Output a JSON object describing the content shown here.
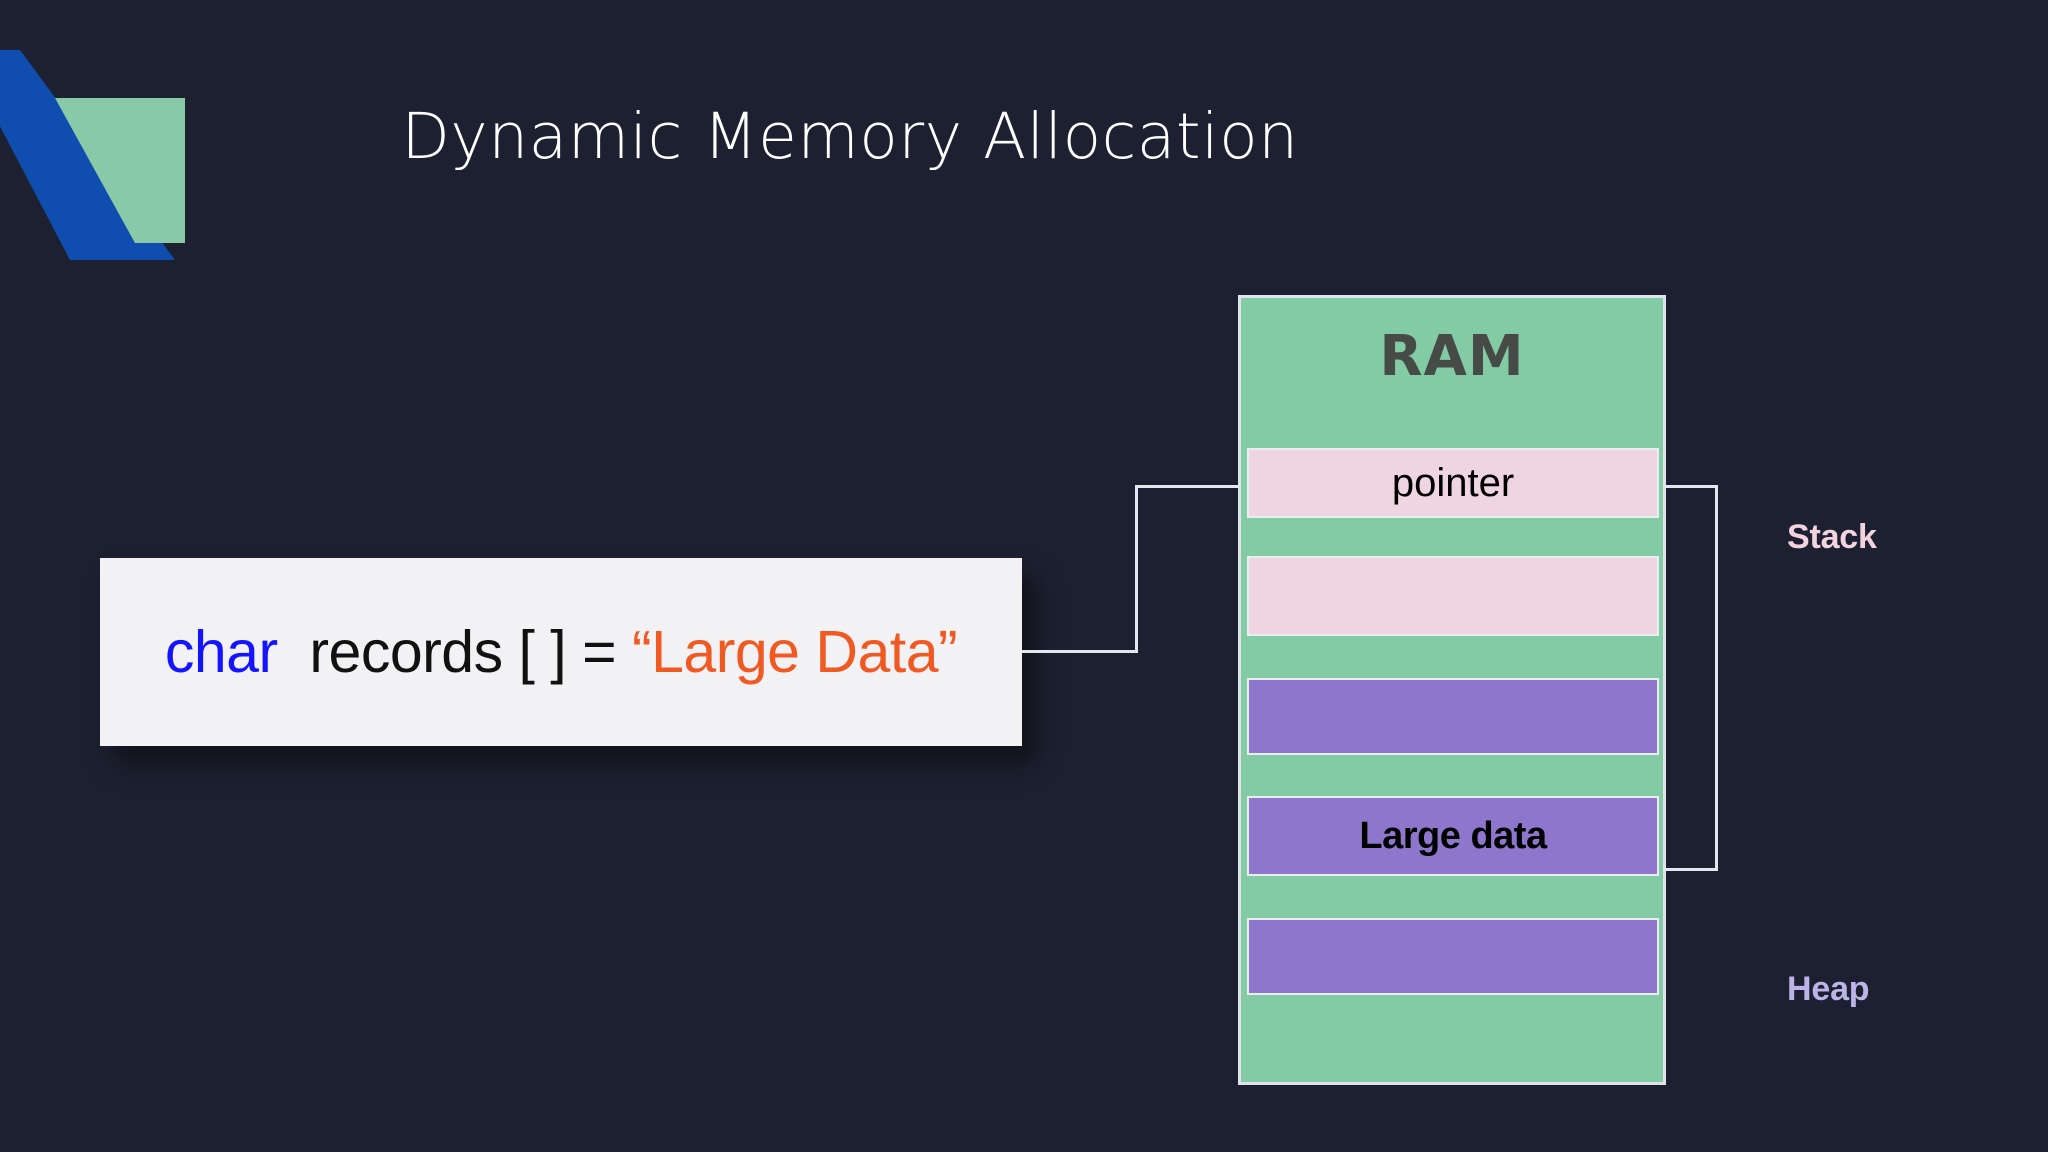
{
  "slide": {
    "background_color": "#1d2030",
    "title": "Dynamic Memory Allocation"
  },
  "logo": {
    "name": "corner-chevron-logo",
    "blue": "#0f4eaf",
    "green": "#88c9a7"
  },
  "code_box": {
    "background": "#f2f2f4",
    "tokens": {
      "keyword": "char",
      "keyword_color": "#1414ff",
      "identifier": "records [ ] =",
      "identifier_color": "#111111",
      "string": "“Large Data”",
      "string_color": "#f05a22"
    },
    "full_text": "char  records [ ] = “Large Data”"
  },
  "ram": {
    "title": "RAM",
    "title_color": "#464b48",
    "background": "#82cba4",
    "border_color": "#dfe4ea",
    "slots": [
      {
        "label": "pointer",
        "color": "#eed5e1",
        "kind": "pink",
        "bold": false
      },
      {
        "label": "",
        "color": "#eed5e1",
        "kind": "pink",
        "bold": false
      },
      {
        "label": "",
        "color": "#8e76cd",
        "kind": "purple",
        "bold": false
      },
      {
        "label": "Large data",
        "color": "#8e76cd",
        "kind": "purple",
        "bold": true
      },
      {
        "label": "",
        "color": "#8e76cd",
        "kind": "purple",
        "bold": false
      }
    ]
  },
  "side_labels": {
    "stack": "Stack",
    "stack_color": "#f3d3de",
    "heap": "Heap",
    "heap_color": "#bcb4e8"
  },
  "connectors": {
    "line_color": "#e3e7ef",
    "left_label": "code-to-pointer-connector",
    "right_label": "pointer-to-large-data-connector"
  }
}
